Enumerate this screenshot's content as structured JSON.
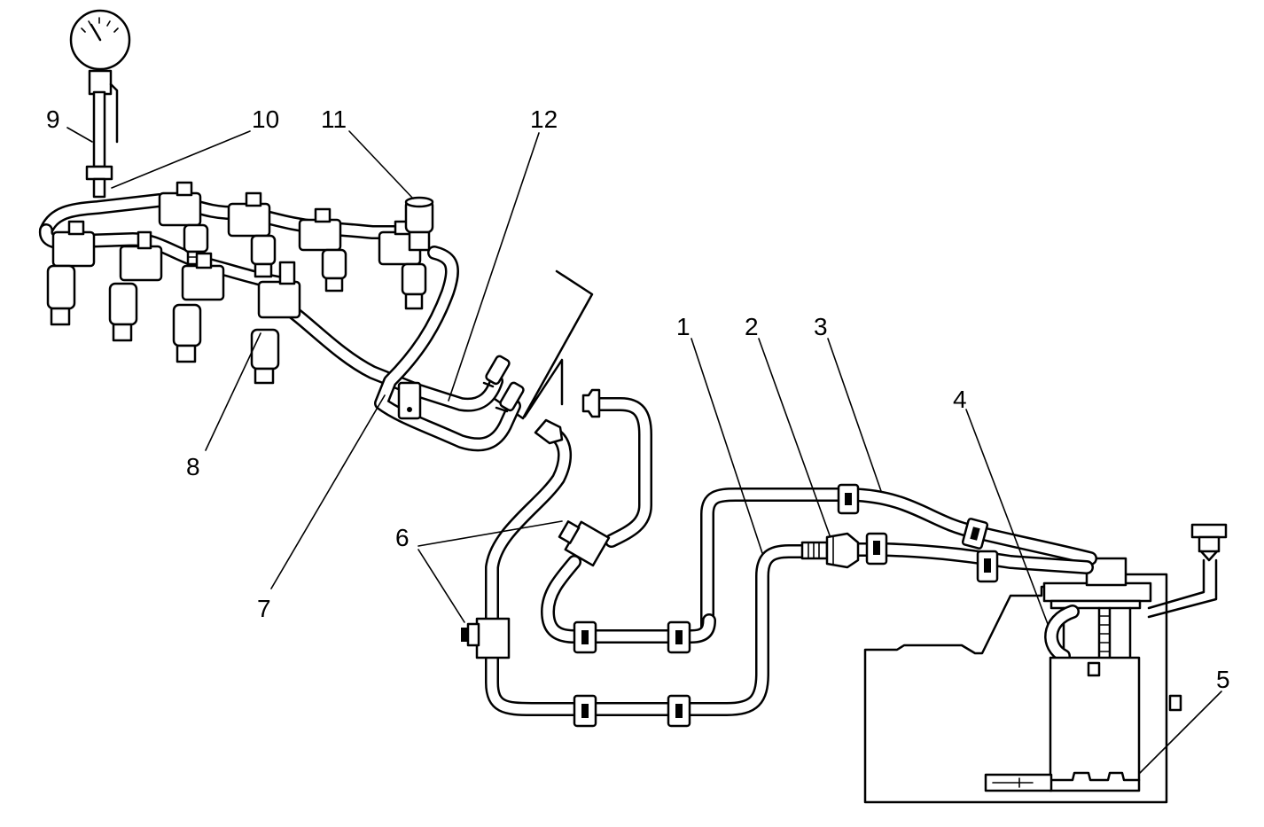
{
  "diagram": {
    "callouts": [
      "1",
      "2",
      "3",
      "4",
      "5",
      "6",
      "7",
      "8",
      "9",
      "10",
      "11",
      "12"
    ]
  }
}
